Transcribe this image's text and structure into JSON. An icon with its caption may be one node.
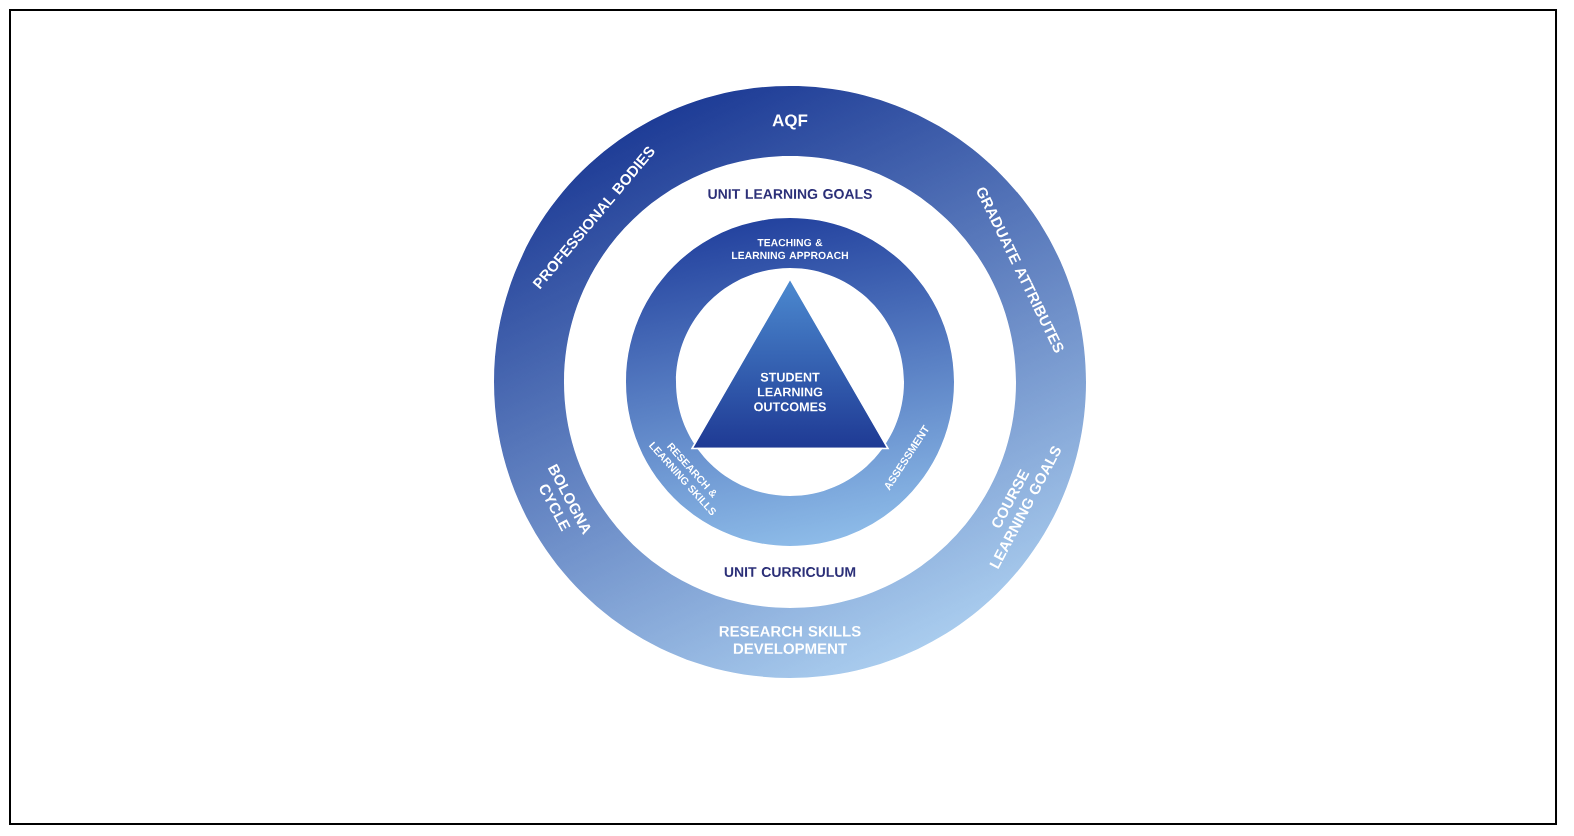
{
  "diagram": {
    "nodes": [
      {
        "text": [
          "AQF",
          "PROFESSIONAL BODIES",
          "GRADUATE ATTRIBUTES",
          "BOLOGNA CYCLE",
          "COURSE LEARNING GOALS",
          "RESEARCH SKILLS DEVELOPMENT"
        ]
      },
      {
        "text": [
          "UNIT LEARNING GOALS",
          "UNIT CURRICULUM"
        ],
        "in": 0
      },
      {
        "text": [
          "TEACHING & LEARNING APPROACH",
          "ASSESSMENT",
          "RESEARCH & LEARNING SKILLS"
        ],
        "in": 1
      },
      {
        "text": [
          "STUDENT LEARNING OUTCOMES"
        ],
        "in": 2
      }
    ]
  }
}
